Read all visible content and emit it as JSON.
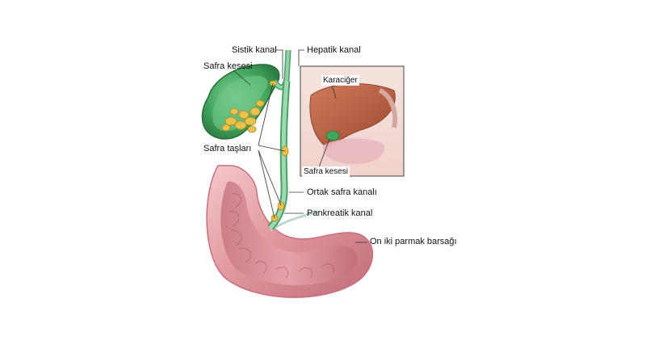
{
  "labels": {
    "sistik_kanal": "Sistik kanal",
    "hepatik_kanal": "Hepatik kanal",
    "safra_kesesi": "Safra kesesi",
    "safra_taslari": "Safra taşları",
    "ortak_safra_kanali": "Ortak safra kanalı",
    "pankreatik_kanal": "Pankreatik kanal",
    "on_iki_parmak_barsagi": "On iki parmak barsağı",
    "karaciger": "Karaciğer",
    "inset_safra_kesesi": "Safra kesesi"
  },
  "colors": {
    "gallbladder": "#3fa65a",
    "duct": "#7fc79a",
    "stone": "#e8c24a",
    "duodenum": "#d98a93",
    "liver": "#b85a3c"
  }
}
